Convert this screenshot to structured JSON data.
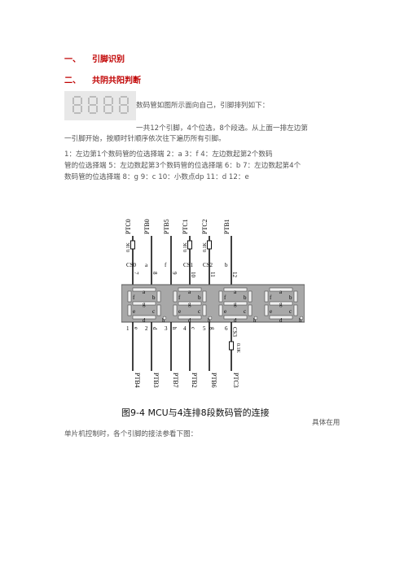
{
  "headings": [
    {
      "num": "一、",
      "text": "引脚识别"
    },
    {
      "num": "二、",
      "text": "共阴共阳判断"
    }
  ],
  "para1": {
    "line1": "数码管如图所示面向自己，引脚排列如下：",
    "line2": "一共12个引脚，4个位选，8个段选。从上面一排左边第",
    "line3": "一引脚开始，按顺时针顺序依次往下遍历所有引脚。"
  },
  "para2": {
    "line1": "1：左边第1个数码管的位选择端 2：a    3：f    4：左边数起第2个数码",
    "line2": "管的位选择端 5：左边数起第3个数码管的位选择端 6：b 7：左边数起第4个",
    "line3": "数码管的位选择端 8：g    9：c    10：小数点dp 11：d 12：e"
  },
  "diagram": {
    "top_ports": [
      "PTC0",
      "PTB0",
      "PTB5",
      "PTC1",
      "PTC2",
      "PTB1"
    ],
    "top_resistor_labels": [
      "0.1K",
      "0.1K",
      "0.1K"
    ],
    "top_pin_labels": [
      {
        "name": "CS0",
        "num": "7"
      },
      {
        "name": "a",
        "num": "8"
      },
      {
        "name": "f",
        "num": "9"
      },
      {
        "name": "CS1",
        "num": "10"
      },
      {
        "name": "CS2",
        "num": "11"
      },
      {
        "name": "b",
        "num": "12"
      }
    ],
    "segment_letters": [
      "a",
      "b",
      "c",
      "d",
      "e",
      "f",
      "g",
      "h"
    ],
    "bottom_pin_labels": [
      {
        "num": "1",
        "name": "e"
      },
      {
        "num": "2",
        "name": "d"
      },
      {
        "num": "3",
        "name": "h"
      },
      {
        "num": "4",
        "name": "c"
      },
      {
        "num": "5",
        "name": "g"
      },
      {
        "num": "6",
        "name": "CS3"
      }
    ],
    "bottom_ports": [
      "PTB4",
      "PTB3",
      "PTB7",
      "PTB2",
      "PTB6",
      "PTC3"
    ],
    "bottom_resistor_label": "0.1K"
  },
  "caption": "图9-4   MCU与4连排8段数码管的连接",
  "para3": {
    "line1": "具体在用",
    "line2": "单片机控制时，各个引脚的接法参看下图："
  }
}
